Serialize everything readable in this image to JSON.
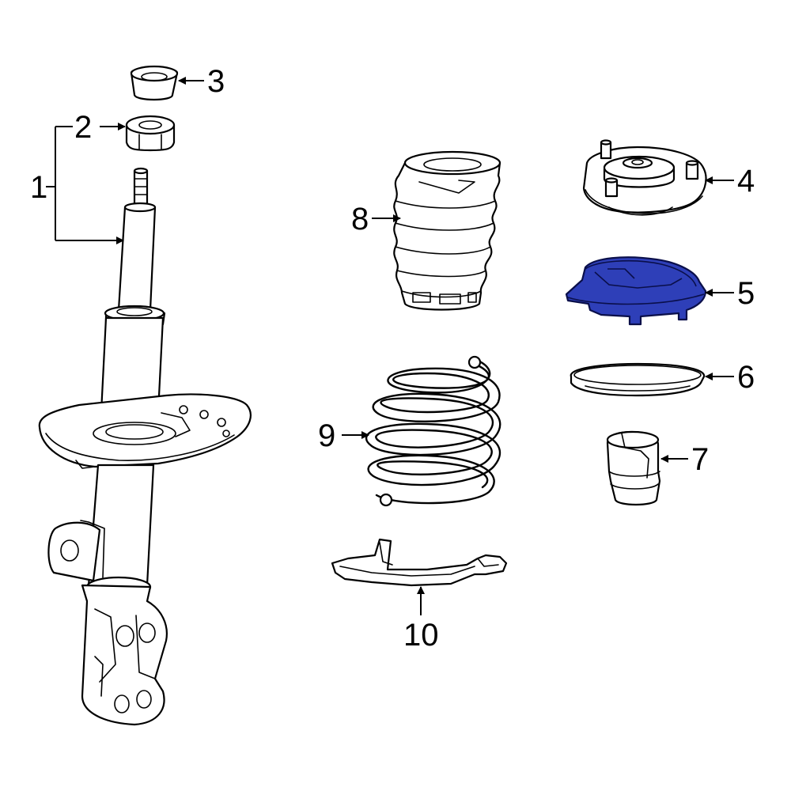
{
  "diagram": {
    "highlight_color": "#2e3fb8",
    "line_color": "#000000",
    "background": "#ffffff",
    "highlighted_part": "5",
    "callouts": [
      {
        "id": "1",
        "label": "1"
      },
      {
        "id": "2",
        "label": "2"
      },
      {
        "id": "3",
        "label": "3"
      },
      {
        "id": "4",
        "label": "4"
      },
      {
        "id": "5",
        "label": "5"
      },
      {
        "id": "6",
        "label": "6"
      },
      {
        "id": "7",
        "label": "7"
      },
      {
        "id": "8",
        "label": "8"
      },
      {
        "id": "9",
        "label": "9"
      },
      {
        "id": "10",
        "label": "10"
      }
    ]
  }
}
